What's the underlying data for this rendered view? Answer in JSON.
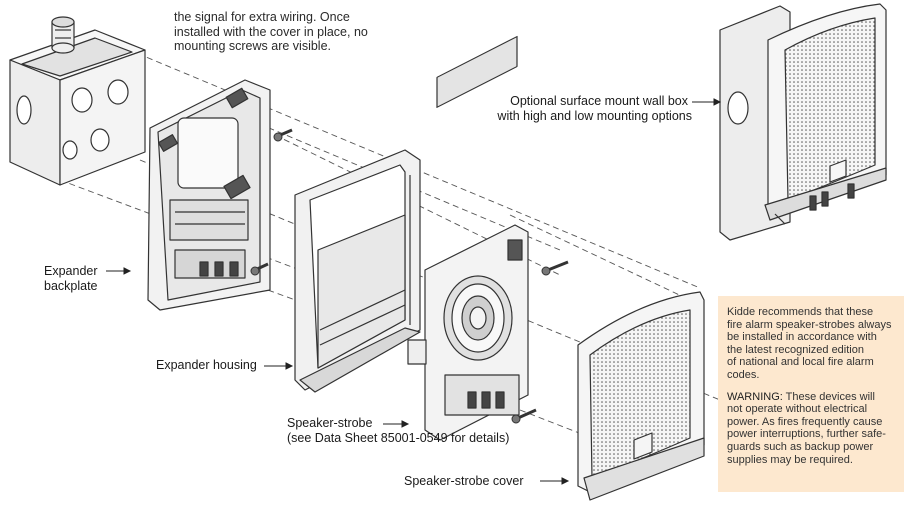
{
  "colors": {
    "line": "#333333",
    "part_fill": "#f4f4f4",
    "dark_fill": "#4a4a4a",
    "note_background": "#fde8cf",
    "label_text": "#1a1a1a"
  },
  "top_note": {
    "lines": [
      "the signal for extra wiring. Once",
      "installed with the cover in place, no",
      "mounting screws are visible."
    ]
  },
  "labels": {
    "surface_box": [
      "Optional surface mount wall box",
      "with high and low mounting options"
    ],
    "backplate": [
      "Expander",
      "backplate"
    ],
    "housing": "Expander housing",
    "strobe": [
      "Speaker-strobe",
      "(see Data Sheet 85001-0549 for details)"
    ],
    "strobe_cover": "Speaker-strobe cover"
  },
  "notice": {
    "recommendation_lines": [
      "Kidde recommends that these",
      "fire alarm speaker-strobes always",
      "be installed in accordance with",
      "the latest recognized edition",
      "of national and local fire alarm",
      "codes."
    ],
    "warning_label": "WARNING:",
    "warning_lines": [
      " These devices will",
      "not operate without electrical",
      "power. As fires frequently cause",
      "power interruptions, further safe-",
      "guards such as backup power",
      "supplies may be required."
    ]
  }
}
